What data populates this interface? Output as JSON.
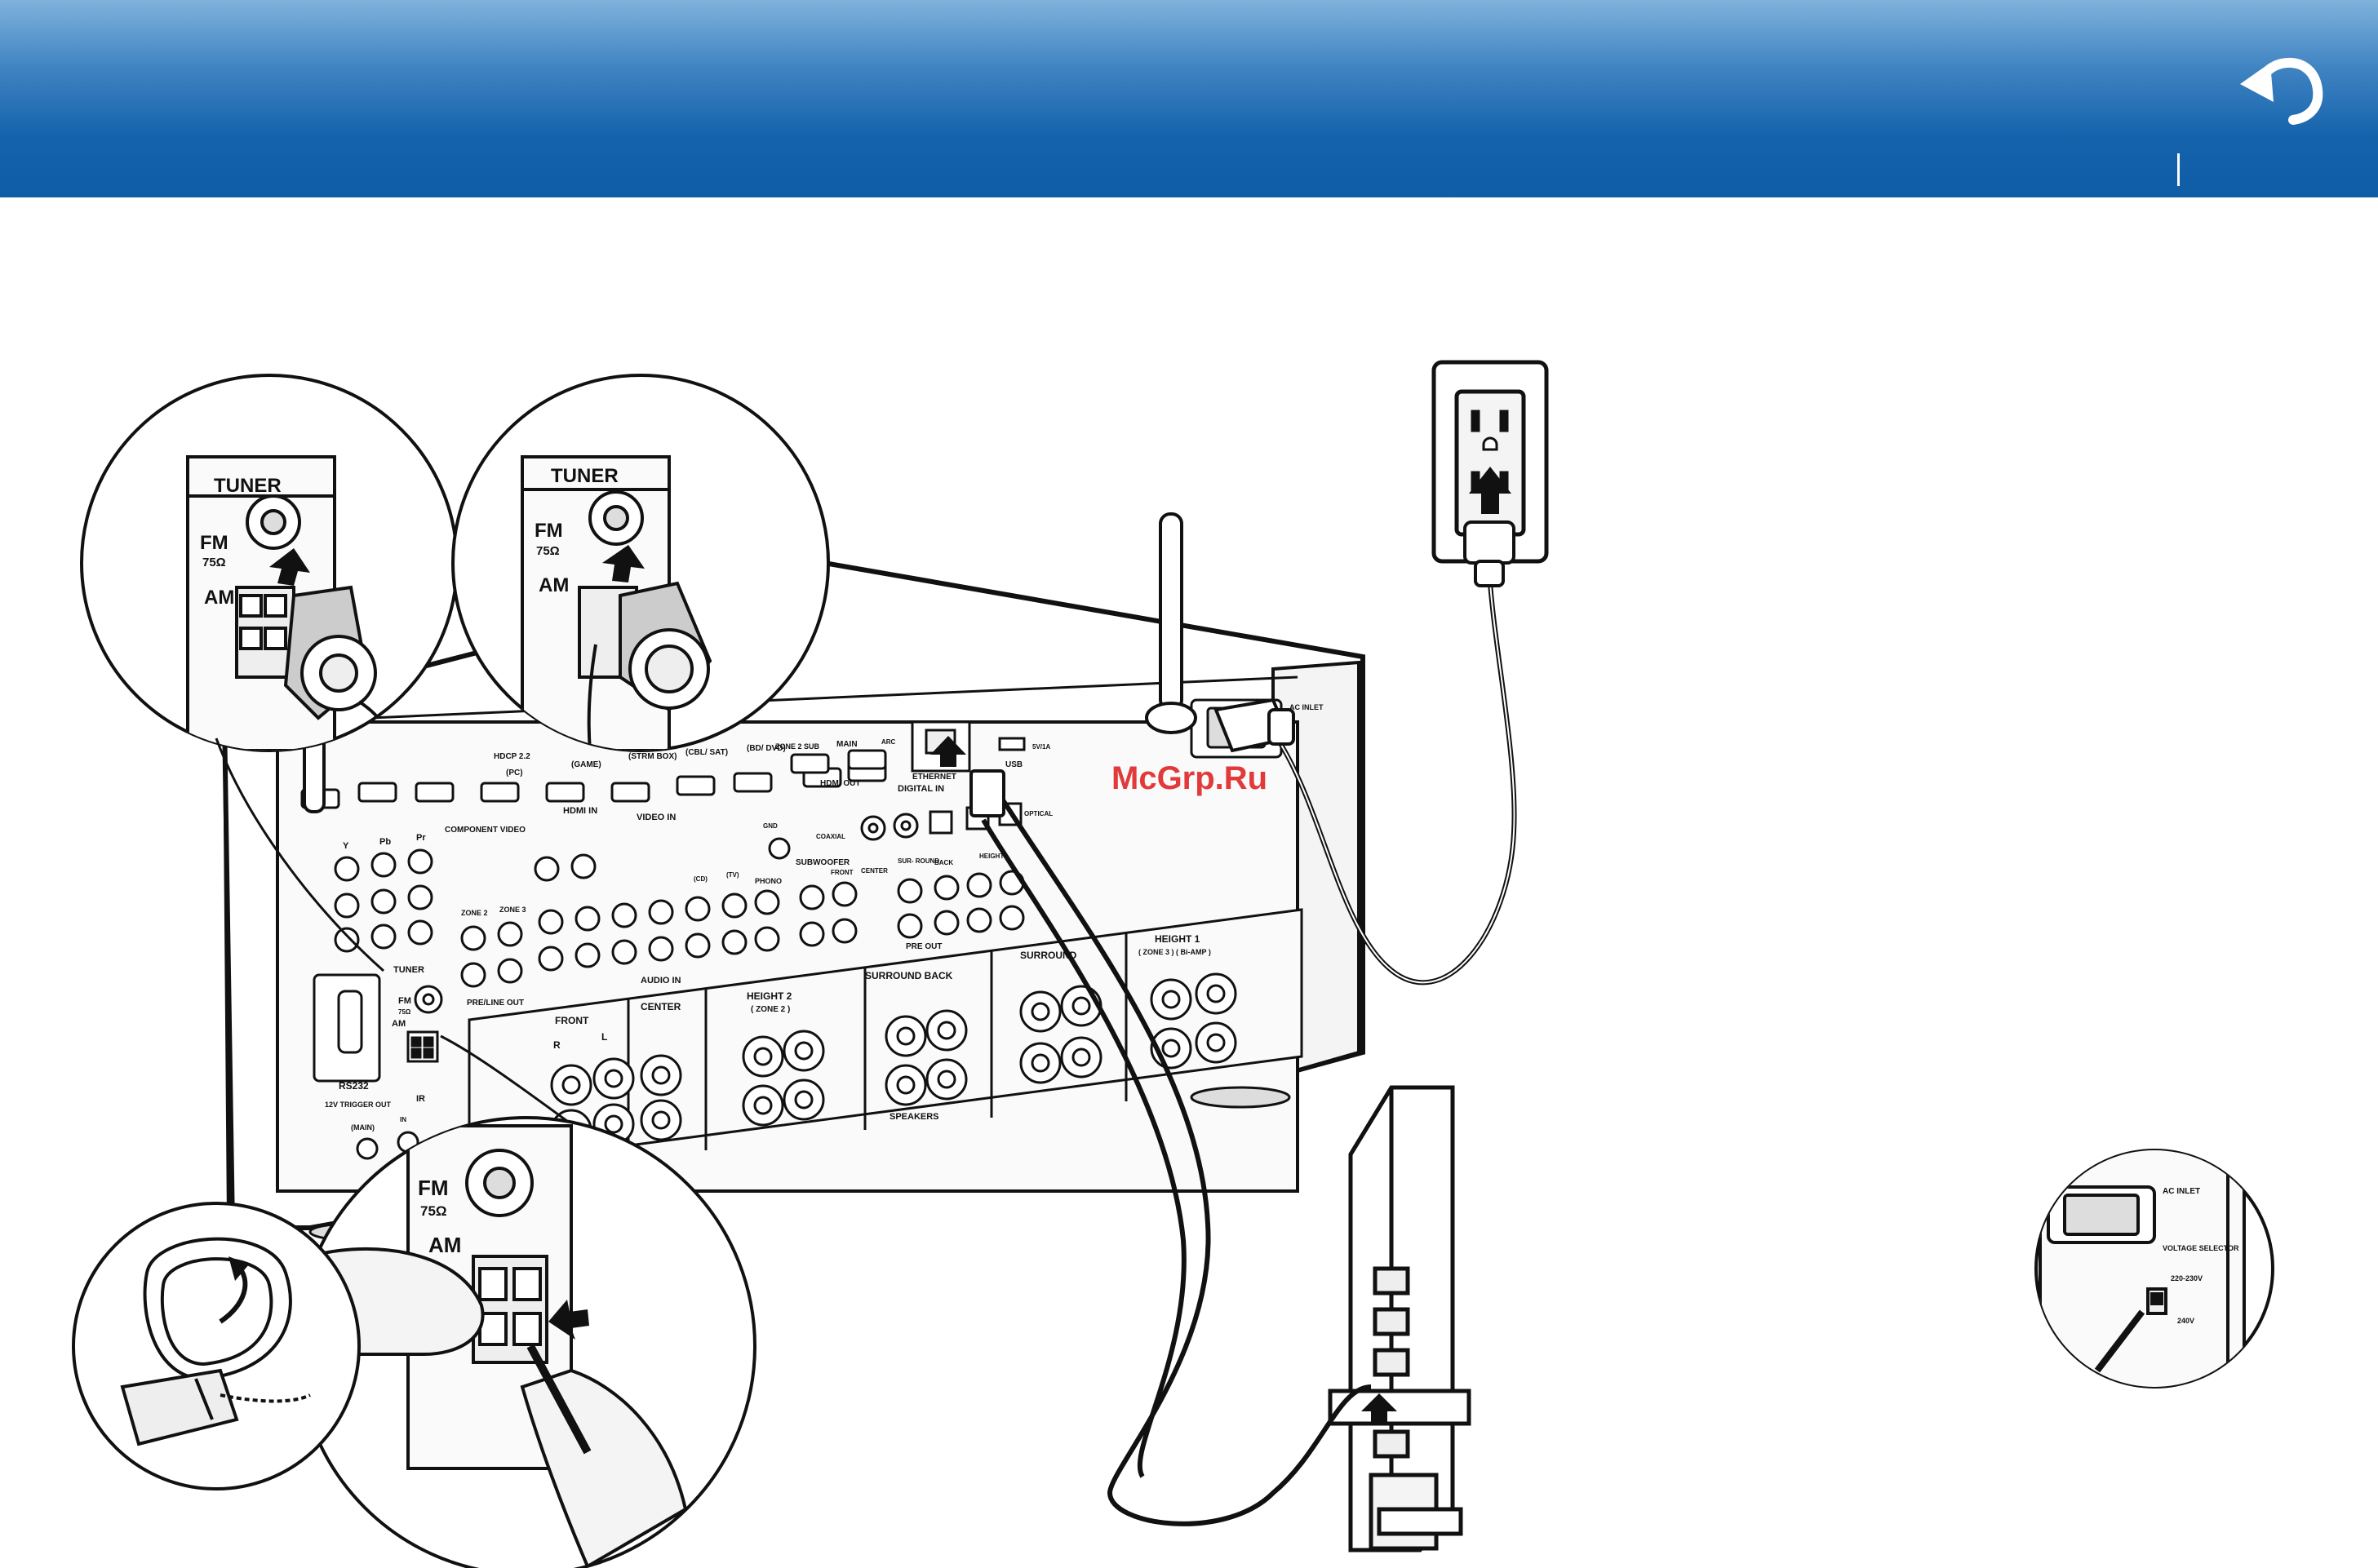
{
  "header": {
    "back_icon": "return-arrow-icon"
  },
  "watermark": "McGrp.Ru",
  "zoom_tuner_left": {
    "title": "TUNER",
    "fm": "FM",
    "ohm": "75Ω",
    "am": "AM"
  },
  "zoom_tuner_right": {
    "title": "TUNER",
    "fm": "FM",
    "ohm": "75Ω",
    "am": "AM"
  },
  "receiver_labels": {
    "hdcp": "HDCP 2.2",
    "pc": "(PC)",
    "game": "(GAME)",
    "strm_box": "(STRM BOX)",
    "cbl_sat": "(CBL/ SAT)",
    "bd_dvd": "(BD/ DVD)",
    "zone2_sub": "ZONE 2 SUB",
    "main": "MAIN",
    "arc": "ARC",
    "hdmi_out": "HDMI OUT",
    "hdmi_in": "HDMI IN",
    "ethernet": "ETHERNET",
    "usb": "USB",
    "usb_rating": "5V/1A",
    "digital_in": "DIGITAL IN",
    "coaxial": "COAXIAL",
    "optical": "OPTICAL",
    "video_in": "VIDEO IN",
    "component_video": "COMPONENT VIDEO",
    "y": "Y",
    "pb": "Pb",
    "pr": "Pr",
    "gnd": "GND",
    "phono": "PHONO",
    "subwoofer": "SUBWOOFER",
    "front": "FRONT",
    "center": "CENTER",
    "surround": "SURROUND",
    "surround_back": "SURROUND BACK",
    "back": "BACK",
    "height": "HEIGHT",
    "height1": "HEIGHT 1",
    "height2": "HEIGHT 2",
    "zone2_paren": "( ZONE 2 )",
    "zone3_biamp": "( ZONE 3 ) ( Bi-AMP )",
    "pre_out": "PRE OUT",
    "audio_in": "AUDIO IN",
    "pre_line_out": "PRE/LINE OUT",
    "zone2": "ZONE 2",
    "zone3": "ZONE 3",
    "tuner": "TUNER",
    "fm": "FM",
    "ohm": "75Ω",
    "am": "AM",
    "rs232": "RS232",
    "trigger": "12V TRIGGER OUT",
    "trigger_main": "(MAIN)",
    "ir": "IR",
    "ir_in": "IN",
    "speakers": "SPEAKERS",
    "ac_inlet": "AC INLET",
    "r": "R",
    "l": "L",
    "tv": "(TV)",
    "cd": "(CD)",
    "sub_round": "SUR- ROUND"
  },
  "zoom_am_terminal": {
    "fm": "FM",
    "ohm": "75Ω",
    "am": "AM"
  },
  "voltage_panel": {
    "ac_inlet": "AC INLET",
    "voltage_selector": "VOLTAGE SELECTOR",
    "v1": "220-230V",
    "v2": "240V"
  }
}
